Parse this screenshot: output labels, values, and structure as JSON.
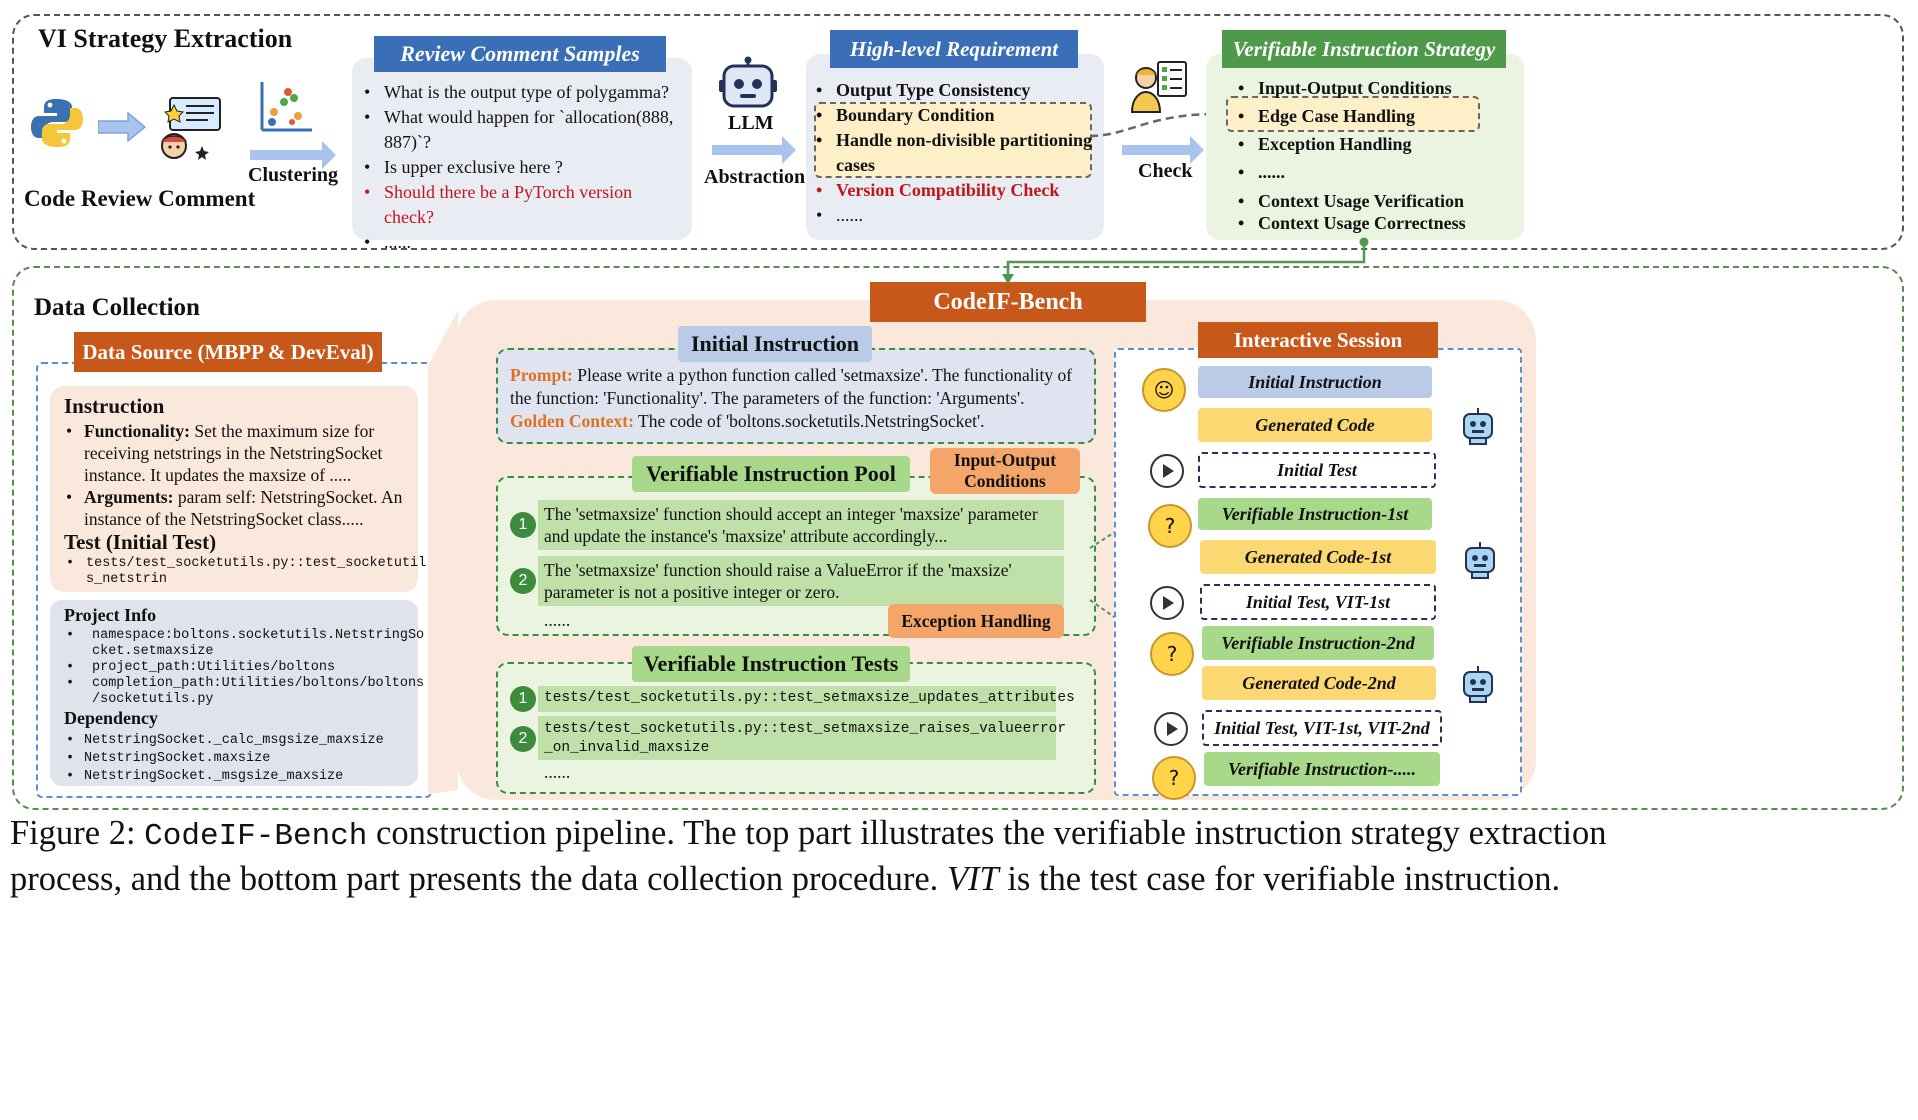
{
  "top": {
    "section_title": "VI Strategy Extraction",
    "code_review_label": "Code Review Comment",
    "clustering_label": "Clustering",
    "llm_label": "LLM",
    "abstraction_label": "Abstraction",
    "check_label": "Check",
    "review_samples": {
      "header": "Review Comment Samples",
      "items": [
        "What is the output type of polygamma?",
        "What would happen for `allocation(888, 887)`?",
        "Is upper exclusive here ?",
        "Should there be a PyTorch version check?",
        "......"
      ]
    },
    "high_level": {
      "header": "High-level Requirement",
      "items": [
        "Output Type Consistency",
        "Boundary Condition",
        "Handle non-divisible partitioning cases",
        "Version Compatibility Check",
        "......"
      ]
    },
    "vi_strategy": {
      "header": "Verifiable Instruction Strategy",
      "items": [
        "Input-Output Conditions",
        "Edge Case Handling",
        "Exception Handling",
        "......",
        "Context Usage Verification",
        "Context Usage Correctness"
      ]
    }
  },
  "bottom": {
    "section_title": "Data Collection",
    "data_source": {
      "header": "Data Source (MBPP & DevEval)",
      "instruction_title": "Instruction",
      "functionality_label": "Functionality:",
      "functionality_text": "Set the maximum size for receiving netstrings in the NetstringSocket instance. It updates the maxsize of .....",
      "arguments_label": "Arguments:",
      "arguments_text": "param self: NetstringSocket. An instance of the NetstringSocket class.....",
      "test_title": "Test (Initial Test)",
      "test_line1": "tests/test_socketutils.py::test_socketutil",
      "test_line2": "s_netstrin",
      "project_title": "Project Info",
      "project_items": [
        [
          "namespace:boltons.socketutils.NetstringSo",
          "cket.setmaxsize"
        ],
        [
          "project_path:Utilities/boltons"
        ],
        [
          "completion_path:Utilities/boltons/boltons",
          "/socketutils.py"
        ]
      ],
      "dependency_title": "Dependency",
      "dependency_items": [
        "NetstringSocket._calc_msgsize_maxsize",
        "NetstringSocket.maxsize",
        "NetstringSocket._msgsize_maxsize"
      ]
    },
    "bench_title": "CodeIF-Bench",
    "initial_instruction": {
      "header": "Initial Instruction",
      "prompt_label": "Prompt:",
      "prompt_text": "Please write a python function called 'setmaxsize'. The functionality of the function: 'Functionality'. The parameters of the function: 'Arguments'.",
      "golden_label": "Golden Context:",
      "golden_text": "The code of 'boltons.socketutils.NetstringSocket'."
    },
    "vi_pool": {
      "header": "Verifiable Instruction Pool",
      "tag1": "Input-Output Conditions",
      "tag2": "Exception Handling",
      "items": [
        "The 'setmaxsize' function should accept an integer 'maxsize' parameter and update the instance's 'maxsize' attribute accordingly...",
        "The 'setmaxsize' function should raise a ValueError if the 'maxsize' parameter is not a positive integer or zero."
      ],
      "more": "......"
    },
    "vi_tests": {
      "header": "Verifiable Instruction Tests",
      "items": [
        [
          "tests/test_socketutils.py::test_setmaxsize_updates_attributes"
        ],
        [
          "tests/test_socketutils.py::test_setmaxsize_raises_valueerror",
          "_on_invalid_maxsize"
        ]
      ],
      "more": "......"
    },
    "session": {
      "header": "Interactive Session",
      "steps": [
        "Initial Instruction",
        "Generated Code",
        "Initial Test",
        "Verifiable Instruction-1st",
        "Generated Code-1st",
        "Initial Test, VIT-1st",
        "Verifiable Instruction-2nd",
        "Generated Code-2nd",
        "Initial Test, VIT-1st, VIT-2nd",
        "Verifiable Instruction-....."
      ]
    }
  },
  "caption": {
    "prefix": "Figure 2: ",
    "code_name": "CodeIF-Bench",
    "text1": " construction pipeline. The top part illustrates the verifiable instruction strategy extraction",
    "text2": "process, and the bottom part presents the data collection procedure. ",
    "vit": "VIT",
    "text3": " is the test case for verifiable instruction."
  },
  "colors": {
    "blue_header": "#3a6fb8",
    "green_header": "#4e9a4a",
    "orange_header": "#c8571a",
    "peach_bg": "#fbe8dc",
    "gray_bg": "#e9ecf3",
    "green_bg": "#eaf4e1",
    "red_text": "#c0151a",
    "orange_text": "#e0701f"
  }
}
